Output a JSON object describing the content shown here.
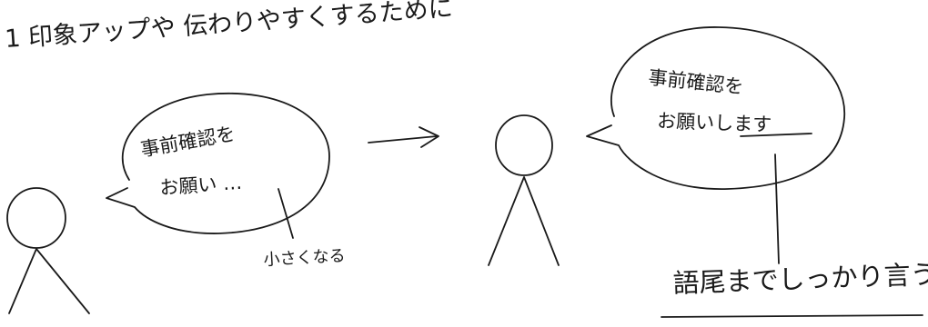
{
  "title": "1 印象アップや 伝わりやすくするために",
  "left_scene": {
    "speech_line1": "事前確認を",
    "speech_line2": "お願い …",
    "note": "小さくなる"
  },
  "right_scene": {
    "speech_line1": "事前確認を",
    "speech_line2": "お願いします",
    "note": "語尾までしっかり言う"
  },
  "arrow_icon": "right-arrow-icon"
}
